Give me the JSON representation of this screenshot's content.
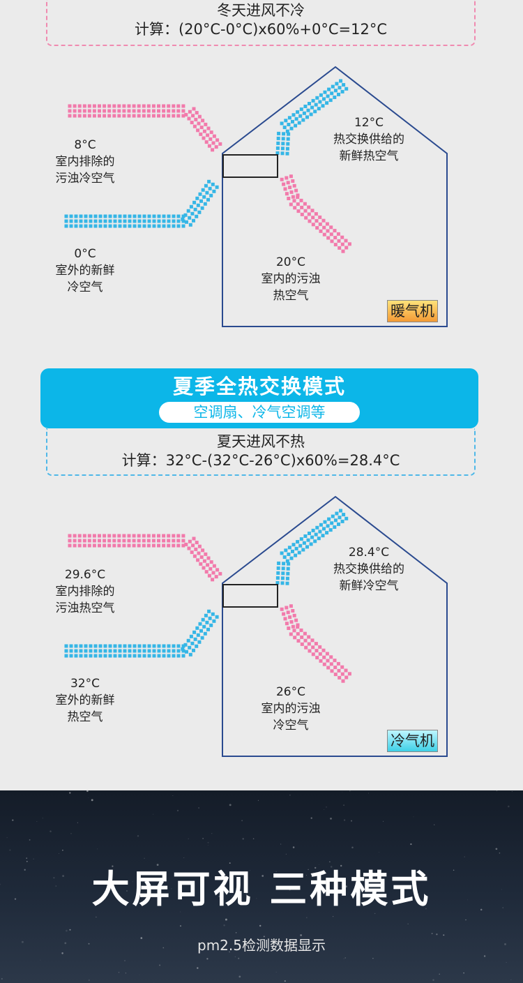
{
  "winter": {
    "calc_heading": "冬天进风不冷",
    "calc_formula": "计算：(20°C-0°C)x60%+0°C=12°C",
    "labels": {
      "out_temp": "8°C",
      "out_l1": "室内排除的",
      "out_l2": "污浊冷空气",
      "in_temp": "0°C",
      "in_l1": "室外的新鲜",
      "in_l2": "冷空气",
      "supply_temp": "12°C",
      "supply_l1": "热交换供给的",
      "supply_l2": "新鲜热空气",
      "room_temp": "20°C",
      "room_l1": "室内的污浊",
      "room_l2": "热空气"
    },
    "device": "暖气机"
  },
  "summer": {
    "title": "夏季全热交换模式",
    "subtitle": "空调扇、冷气空调等",
    "calc_heading": "夏天进风不热",
    "calc_formula": "计算：32°C-(32°C-26°C)x60%=28.4°C",
    "labels": {
      "out_temp": "29.6°C",
      "out_l1": "室内排除的",
      "out_l2": "污浊热空气",
      "in_temp": "32°C",
      "in_l1": "室外的新鲜",
      "in_l2": "热空气",
      "supply_temp": "28.4°C",
      "supply_l1": "热交换供给的",
      "supply_l2": "新鲜冷空气",
      "room_temp": "26°C",
      "room_l1": "室内的污浊",
      "room_l2": "冷空气"
    },
    "device": "冷气机"
  },
  "footer": {
    "title": "大屏可视  三种模式",
    "subtitle": "pm2.5检测数据显示"
  },
  "colors": {
    "pink": "#f27aab",
    "cyan": "#35b6e6",
    "house": "#2a4a8f",
    "accent": "#0cb6e8",
    "winter_dash": "#f08ab0",
    "summer_dash": "#4fb8e8"
  }
}
